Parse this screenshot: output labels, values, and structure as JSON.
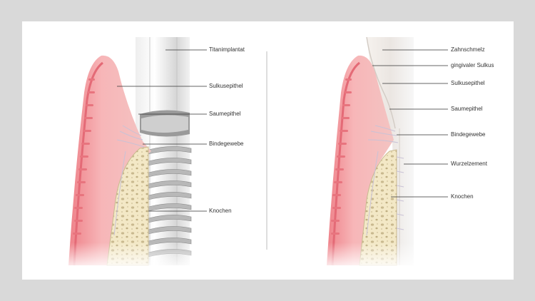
{
  "left_panel": {
    "labels": [
      "Titanimplantat",
      "Sulkusepithel",
      "Saumepithel",
      "Bindegewebe",
      "Knochen"
    ]
  },
  "right_panel": {
    "labels": [
      "Zahnschmelz",
      "gingivaler Sulkus",
      "Sulkusepithel",
      "Saumepithel",
      "Bindegewebe",
      "Wurzelzement",
      "Knochen"
    ]
  },
  "colors": {
    "background": "#d9d9d9",
    "slide": "#ffffff",
    "gingiva": "#f2a4a8",
    "gingiva_dark": "#e06d78",
    "bone": "#f3e7c4",
    "implant": "#d8d8d8",
    "enamel": "#f4f4f4"
  }
}
